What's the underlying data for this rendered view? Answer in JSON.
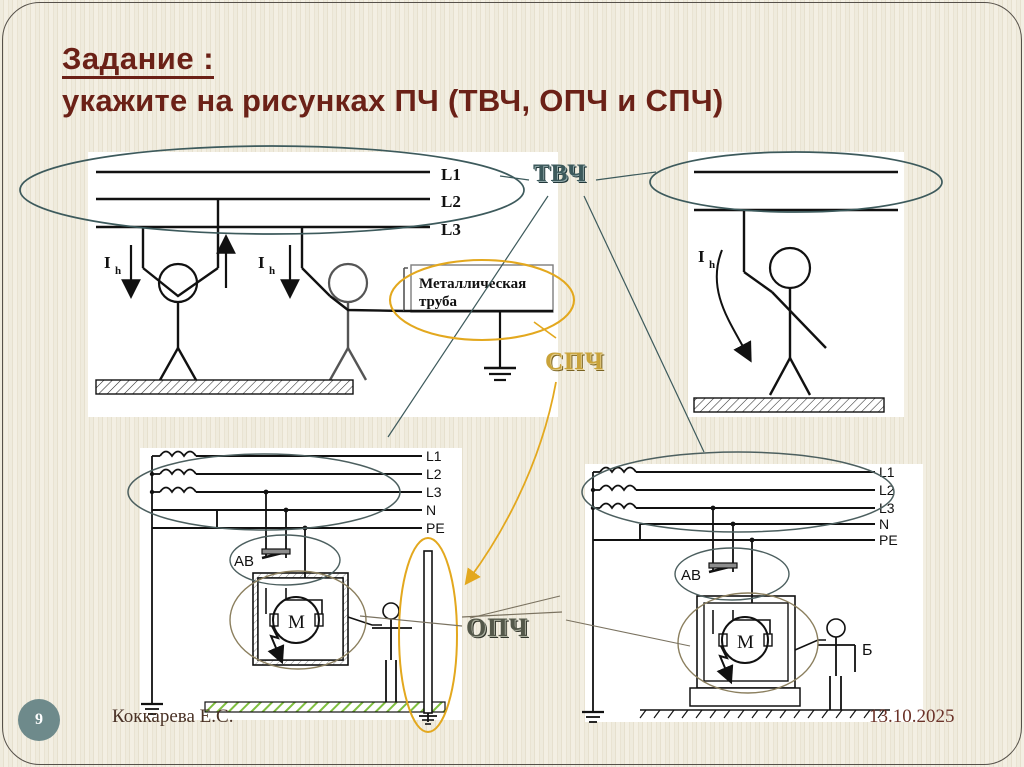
{
  "slide": {
    "number": "9",
    "author": "Коккарева Е.С.",
    "date": "13.10.2025"
  },
  "title": {
    "line1": "Задание :",
    "line2": "укажите на рисунках ПЧ (ТВЧ, ОПЧ и СПЧ)",
    "color": "#6b2117"
  },
  "callouts": [
    {
      "key": "tvch",
      "label": "ТВЧ",
      "color": "#3d5a5c"
    },
    {
      "key": "spch",
      "label": "СПЧ",
      "color": "#c9a33a"
    },
    {
      "key": "opch",
      "label": "ОПЧ",
      "color": "#54584a"
    }
  ],
  "diagram_top_left": {
    "phase_labels": [
      "L1",
      "L2",
      "L3"
    ],
    "current_labels": [
      "I",
      "I"
    ],
    "current_subscript": "h",
    "pipe_label_line1": "Металлическая",
    "pipe_label_line2": "труба"
  },
  "diagram_top_right": {
    "current_label": "I",
    "current_subscript": "h"
  },
  "diagram_bottom_left": {
    "line_labels": [
      "L1",
      "L2",
      "L3",
      "N",
      "PE"
    ],
    "breaker_label": "AB",
    "motor_label": "M"
  },
  "diagram_bottom_right": {
    "line_labels": [
      "L1",
      "L2",
      "L3",
      "N",
      "PE"
    ],
    "breaker_label": "AB",
    "motor_label": "M",
    "person_label": "Б"
  }
}
